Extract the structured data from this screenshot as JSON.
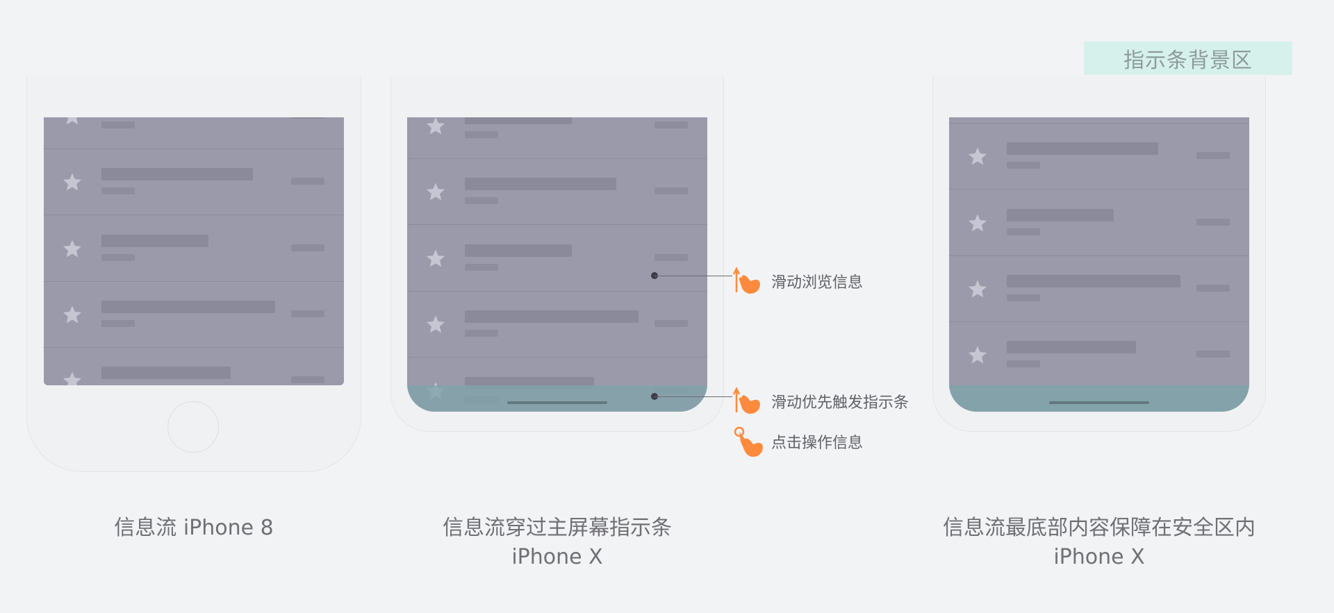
{
  "legend": {
    "label": "指示条背景区",
    "color": "#d6f1ec"
  },
  "colors": {
    "screen": "#9a9aab",
    "safe_area": "#82a2aa",
    "gesture": "#ff8a3d"
  },
  "captions": {
    "iphone8": "信息流 iPhone 8",
    "x1_title": "信息流穿过主屏幕指示条",
    "x1_device": "iPhone X",
    "x2_title": "信息流最底部内容保障在安全区内",
    "x2_device": "iPhone X"
  },
  "gestures": [
    {
      "label": "滑动浏览信息",
      "icon": "swipe-up-hand-icon"
    },
    {
      "label": "滑动优先触发指示条",
      "icon": "swipe-up-hand-icon"
    },
    {
      "label": "点击操作信息",
      "icon": "tap-hand-icon"
    }
  ],
  "list_item": {
    "icon": "star-icon"
  }
}
